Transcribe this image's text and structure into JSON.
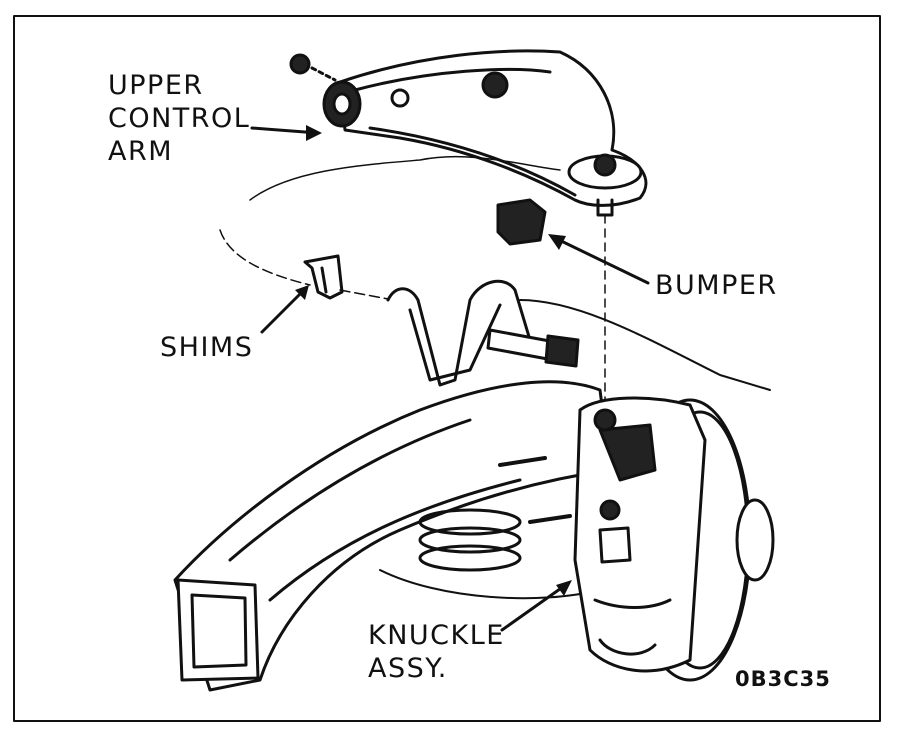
{
  "labels": {
    "upper_control_arm": "UPPER\nCONTROL\nARM",
    "bumper": "BUMPER",
    "shims": "SHIMS",
    "knuckle_assy": "KNUCKLE\nASSY."
  },
  "figure_code": "0B3C35"
}
